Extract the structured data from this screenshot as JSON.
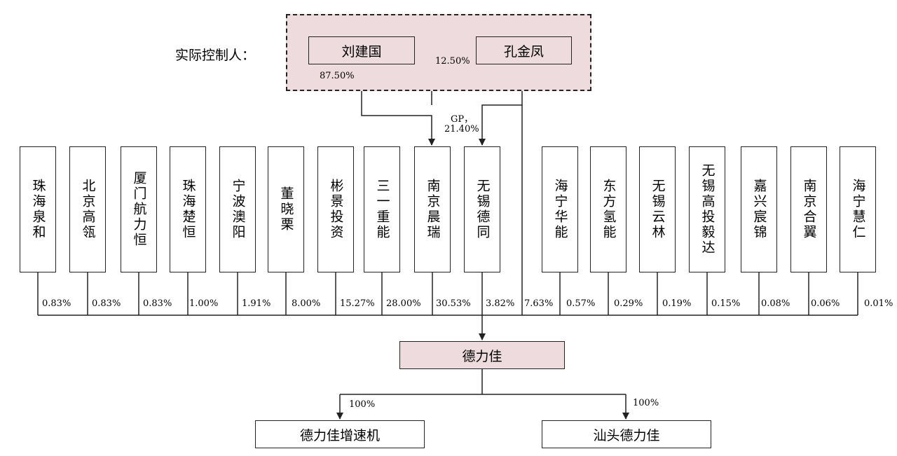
{
  "controllers": {
    "label": "实际控制人：",
    "person1": "刘建国",
    "person2": "孔金凤",
    "p1_pct": "87.50%",
    "p2_pct": "12.50%",
    "gp_label": "GP，",
    "gp_pct": "21.40%"
  },
  "shareholders": [
    {
      "name": "珠海泉和",
      "pct": "0.83%"
    },
    {
      "name": "北京高瓴",
      "pct": "0.83%"
    },
    {
      "name": "厦门航力恒",
      "pct": "0.83%"
    },
    {
      "name": "珠海楚恒",
      "pct": "1.00%"
    },
    {
      "name": "宁波澳阳",
      "pct": "1.91%"
    },
    {
      "name": "董晓栗",
      "pct": "8.00%"
    },
    {
      "name": "彬景投资",
      "pct": "15.27%"
    },
    {
      "name": "三一重能",
      "pct": "28.00%"
    },
    {
      "name": "南京晨瑞",
      "pct": "30.53%"
    },
    {
      "name": "无锡德同",
      "pct": "3.82%"
    },
    {
      "name": "海宁华能",
      "pct": "0.57%"
    },
    {
      "name": "东方氢能",
      "pct": "0.29%"
    },
    {
      "name": "无锡云林",
      "pct": "0.19%"
    },
    {
      "name": "无锡高投毅达",
      "pct": "0.15%"
    },
    {
      "name": "嘉兴宸锦",
      "pct": "0.08%"
    },
    {
      "name": "南京合翼",
      "pct": "0.06%"
    },
    {
      "name": "海宁慧仁",
      "pct": "0.01%"
    }
  ],
  "kong_direct_pct": "7.63%",
  "company": "德力佳",
  "subsidiaries": [
    {
      "name": "德力佳增速机",
      "pct": "100%"
    },
    {
      "name": "汕头德力佳",
      "pct": "100%"
    }
  ],
  "colors": {
    "highlight": "#eddbdd",
    "line": "#222222"
  }
}
